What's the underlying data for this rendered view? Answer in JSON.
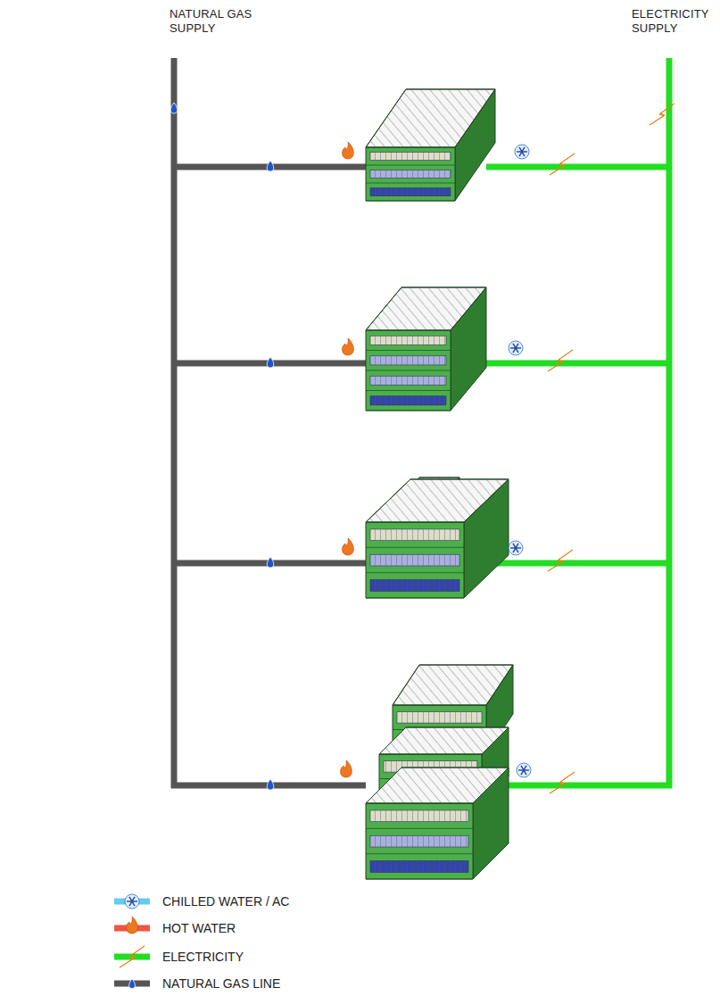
{
  "diagram": {
    "labels": [
      "NATURAL GAS SUPPLY",
      "ELECTRICITY SUPPLY"
    ],
    "legend": [
      {
        "text": "CHILLED WATER / AC"
      },
      {
        "text": "HOT WATER"
      },
      {
        "text": "ELECTRICITY"
      },
      {
        "text": "NATURAL GAS LINE"
      }
    ]
  }
}
